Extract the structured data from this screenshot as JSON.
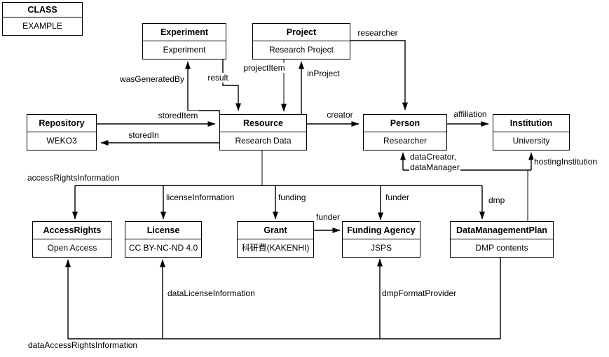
{
  "legend": {
    "header": "CLASS",
    "example": "EXAMPLE"
  },
  "nodes": {
    "experiment": {
      "class": "Experiment",
      "example": "Experiment"
    },
    "project": {
      "class": "Project",
      "example": "Research Project"
    },
    "repository": {
      "class": "Repository",
      "example": "WEKO3"
    },
    "resource": {
      "class": "Resource",
      "example": "Research Data"
    },
    "person": {
      "class": "Person",
      "example": "Researcher"
    },
    "institution": {
      "class": "Institution",
      "example": "University"
    },
    "access_rights": {
      "class": "AccessRights",
      "example": "Open Access"
    },
    "license": {
      "class": "License",
      "example": "CC BY-NC-ND 4.0"
    },
    "grant": {
      "class": "Grant",
      "example": "科研費(KAKENHI)"
    },
    "funding_agency": {
      "class": "Funding Agency",
      "example": "JSPS"
    },
    "data_management_plan": {
      "class": "DataManagementPlan",
      "example": "DMP contents"
    }
  },
  "labels": {
    "stored_item": "storedItem",
    "stored_in": "storedIn",
    "was_generated_by": "wasGeneratedBy",
    "result": "result",
    "project_item": "projectItem",
    "in_project": "inProject",
    "researcher": "researcher",
    "creator": "creator",
    "affiliation": "affiliation",
    "data_creator": "dataCreator,",
    "data_manager": "dataManager",
    "hosting_institution": "hostingInstitution",
    "access_rights_information": "accessRightsInformation",
    "license_information": "licenseInformation",
    "funding": "funding",
    "funder_resource": "funder",
    "funder_grant": "funder",
    "dmp": "dmp",
    "data_license_information": "dataLicenseInformation",
    "dmp_format_provider": "dmpFormatProvider",
    "data_access_rights_information": "dataAccessRightsInformation"
  },
  "colors": {
    "edge": "#000000",
    "bus_edge": "#858585",
    "node_border": "#000000",
    "node_fill": "#ffffff",
    "background": "#ffffff"
  }
}
